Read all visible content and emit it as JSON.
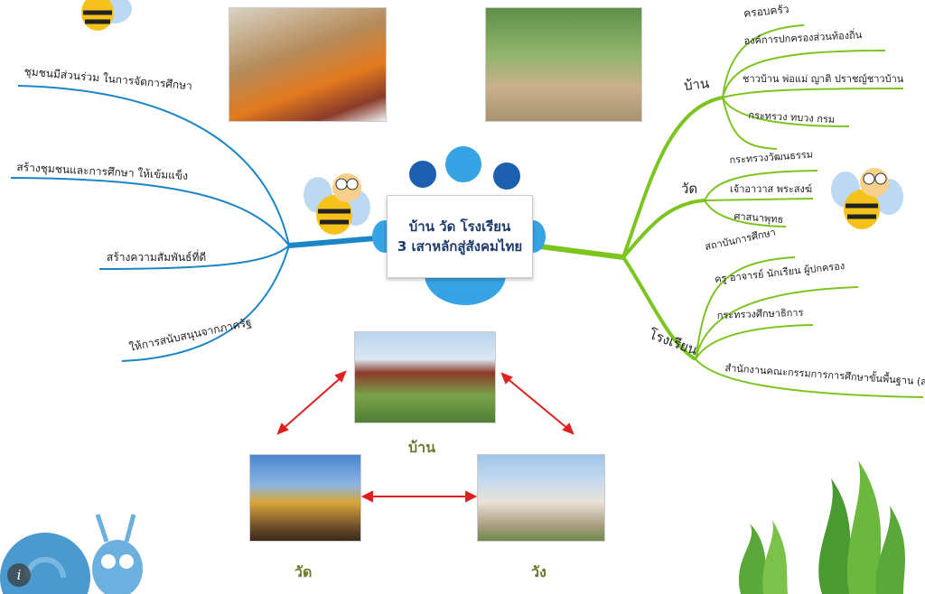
{
  "center": {
    "line1": "บ้าน วัด โรงเรียน",
    "line2": "3 เสาหลักสู่สังคมไทย"
  },
  "left_branches": [
    "ชุมชนมีส่วนร่วม ในการจัดการศึกษา",
    "สร้างชุมชนและการศึกษา ให้เข้มแข็ง",
    "สร้างความสัมพันธ์ที่ดี",
    "ให้การสนับสนุนจากภาครัฐ"
  ],
  "right_groups": [
    {
      "label": "บ้าน",
      "items": [
        "ครอบครัว",
        "องค์การปกครองส่วนท้องถิ่น",
        "ชาวบ้าน พ่อแม่ ญาติ ปราชญ์ชาวบ้าน",
        "กระทรวง ทบวง กรม"
      ]
    },
    {
      "label": "วัด",
      "items": [
        "กระทรวงวัฒนธรรม",
        "เจ้าอาวาส พระสงฆ์",
        "ศาสนาพุทธ"
      ]
    },
    {
      "label": "โรงเรียน",
      "items": [
        "สถาบันการศึกษา",
        "ครู อาจารย์ นักเรียน ผู้ปกครอง",
        "กระทรวงศึกษาธิการ",
        "สำนักงานคณะกรรมการการศึกษาขั้นพื้นฐาน (สพฐ.)"
      ]
    }
  ],
  "photos": {
    "home": "บ้าน",
    "temple": "วัด",
    "palace": "วัง"
  },
  "info_icon": "i",
  "colors": {
    "left": "#1a86c8",
    "right": "#7cc520",
    "arrow": "#e02020"
  }
}
